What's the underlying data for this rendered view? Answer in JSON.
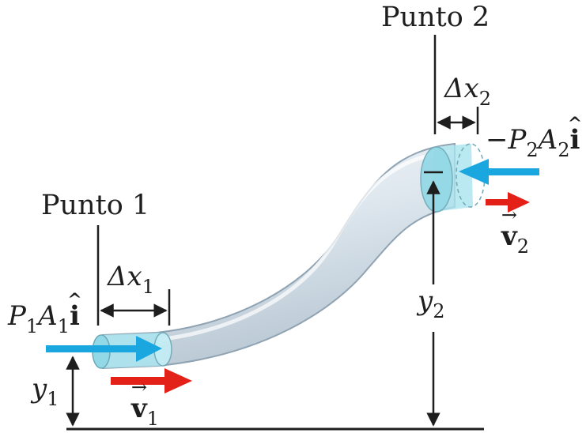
{
  "labels": {
    "point1": "Punto 1",
    "point2": "Punto 2",
    "dx1_base": "Δx",
    "dx1_sub": "1",
    "dx2_base": "Δx",
    "dx2_sub": "2",
    "force1_p": "P",
    "force1_p_sub": "1",
    "force1_a": "A",
    "force1_a_sub": "1",
    "force1_unit": "i",
    "force2_sign": "−",
    "force2_p": "P",
    "force2_p_sub": "2",
    "force2_a": "A",
    "force2_a_sub": "2",
    "force2_unit": "i",
    "v1_base": "v",
    "v1_sub": "1",
    "v2_base": "v",
    "v2_sub": "2",
    "y1_base": "y",
    "y1_sub": "1",
    "y2_base": "y",
    "y2_sub": "2"
  },
  "colors": {
    "pipe_fill": "#dbe6ee",
    "pipe_edge": "#8fa3b3",
    "fluid_fill": "#a9e4ee",
    "force_arrow": "#1aa7e0",
    "velocity_arrow": "#e32119",
    "line": "#1e1e1e"
  }
}
